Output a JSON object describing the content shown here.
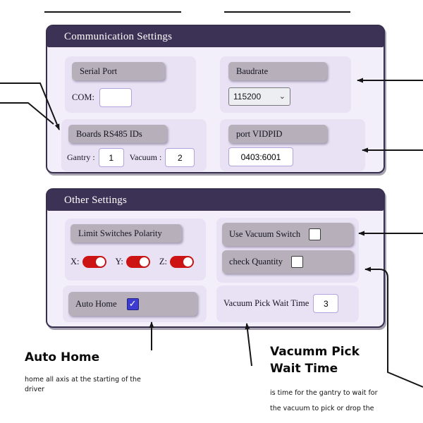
{
  "colors": {
    "header_bg": "#3c3256",
    "panel_bg": "#f2eefa",
    "quadrant_bg": "#e9e2f5",
    "label_bg": "#b7b0ba",
    "toggle_on": "#cd1414",
    "checkbox_checked": "#3e3bd2",
    "arrow": "#151515"
  },
  "icons": {
    "chevron_down": "⌄",
    "check": "✓"
  },
  "comm_panel": {
    "title": "Communication Settings",
    "serial_port": {
      "label": "Serial Port",
      "com_label": "COM:",
      "com_value": ""
    },
    "baudrate": {
      "label": "Baudrate",
      "selected": "115200"
    },
    "boards": {
      "label": "Boards RS485 IDs",
      "gantry_label": "Gantry :",
      "gantry_value": "1",
      "vacuum_label": "Vacuum :",
      "vacuum_value": "2"
    },
    "vidpid": {
      "label": "port VIDPID",
      "value": "0403:6001"
    }
  },
  "other_panel": {
    "title": "Other Settings",
    "limit_switches": {
      "label": "Limit Switches Polarity",
      "x_label": "X:",
      "y_label": "Y:",
      "z_label": "Z:",
      "x_on": true,
      "y_on": true,
      "z_on": true
    },
    "use_vacuum_switch": {
      "label": "Use Vacuum Switch",
      "checked": false
    },
    "check_quantity": {
      "label": "check Quantity",
      "checked": false
    },
    "auto_home": {
      "label": "Auto Home",
      "checked": true
    },
    "vacuum_wait": {
      "label": "Vacuum Pick Wait Time",
      "value": "3"
    }
  },
  "annotations": {
    "auto_home": {
      "title": "Auto Home",
      "desc_line1": "home all axis at the starting of the",
      "desc_line2": "driver"
    },
    "vacuum_pick": {
      "title_line1": "Vacumm Pick",
      "title_line2": "Wait Time",
      "desc_line1": "is time for the gantry to wait for",
      "desc_line2": "the vacuum to pick or drop the"
    }
  }
}
